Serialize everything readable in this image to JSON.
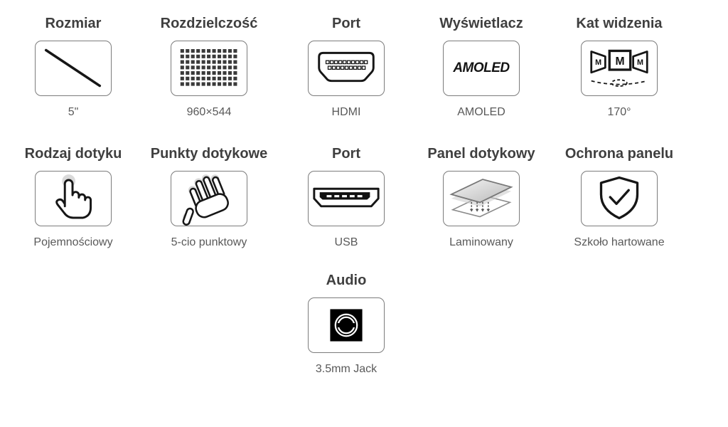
{
  "page": {
    "background": "#ffffff",
    "language": "pl"
  },
  "colors": {
    "title_text": "#3f3f3f",
    "caption_text": "#595959",
    "box_border": "#7c7c7c",
    "icon_stroke": "#161616",
    "grid_square": "#3a3a3a",
    "fingertip_halo": "#d9d9d9",
    "jack_background": "#000000"
  },
  "cells": [
    {
      "title": "Rozmiar",
      "caption": "5\"",
      "icon": "diagonal-size"
    },
    {
      "title": "Rozdzielczość",
      "caption": "960×544",
      "icon": "resolution-grid"
    },
    {
      "title": "Port",
      "caption": "HDMI",
      "icon": "hdmi-connector"
    },
    {
      "title": "Wyświetlacz",
      "caption": "AMOLED",
      "icon": "amoled-wordmark",
      "icon_text": "AMOLED"
    },
    {
      "title": "Kat widzenia",
      "caption": "170°",
      "icon": "viewing-angle",
      "icon_letter": "M"
    },
    {
      "title": "Rodzaj dotyku",
      "caption": "Pojemnościowy",
      "icon": "touch-finger"
    },
    {
      "title": "Punkty dotykowe",
      "caption": "5-cio punktowy",
      "icon": "multitouch-hand"
    },
    {
      "title": "Port",
      "caption": "USB",
      "icon": "usb-connector"
    },
    {
      "title": "Panel dotykowy",
      "caption": "Laminowany",
      "icon": "laminated-layers"
    },
    {
      "title": "Ochrona panelu",
      "caption": "Szkoło hartowane",
      "icon": "shield-check"
    },
    {
      "title": "Audio",
      "caption": "3.5mm Jack",
      "icon": "audio-jack"
    }
  ]
}
